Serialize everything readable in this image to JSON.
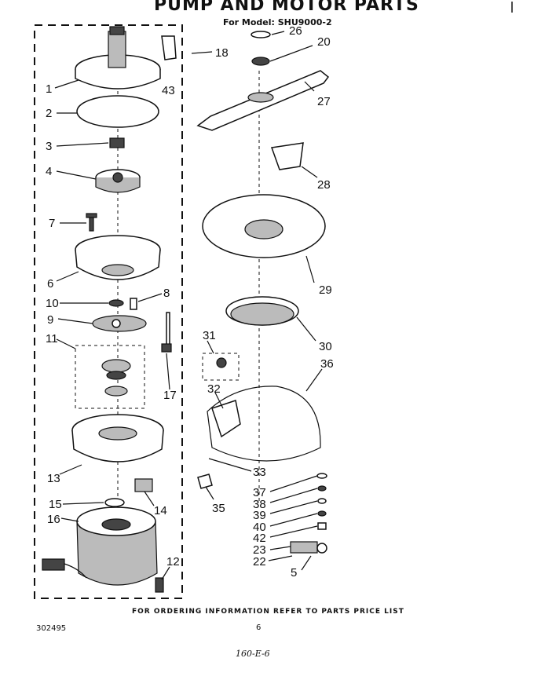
{
  "header": {
    "title": "PUMP AND MOTOR PARTS",
    "subtitle": "For Model: SHU9000-2"
  },
  "footer": {
    "ordering_note": "FOR ORDERING INFORMATION REFER TO PARTS PRICE LIST",
    "doc_number": "302495",
    "page_number": "6",
    "handwritten_code": "160-E-6"
  },
  "callouts": [
    "26",
    "20",
    "18",
    "43",
    "1",
    "27",
    "2",
    "3",
    "4",
    "28",
    "7",
    "6",
    "29",
    "10",
    "8",
    "9",
    "30",
    "11",
    "31",
    "36",
    "17",
    "32",
    "33",
    "13",
    "37",
    "38",
    "39",
    "14",
    "15",
    "40",
    "42",
    "16",
    "35",
    "12",
    "23",
    "22",
    "5"
  ]
}
